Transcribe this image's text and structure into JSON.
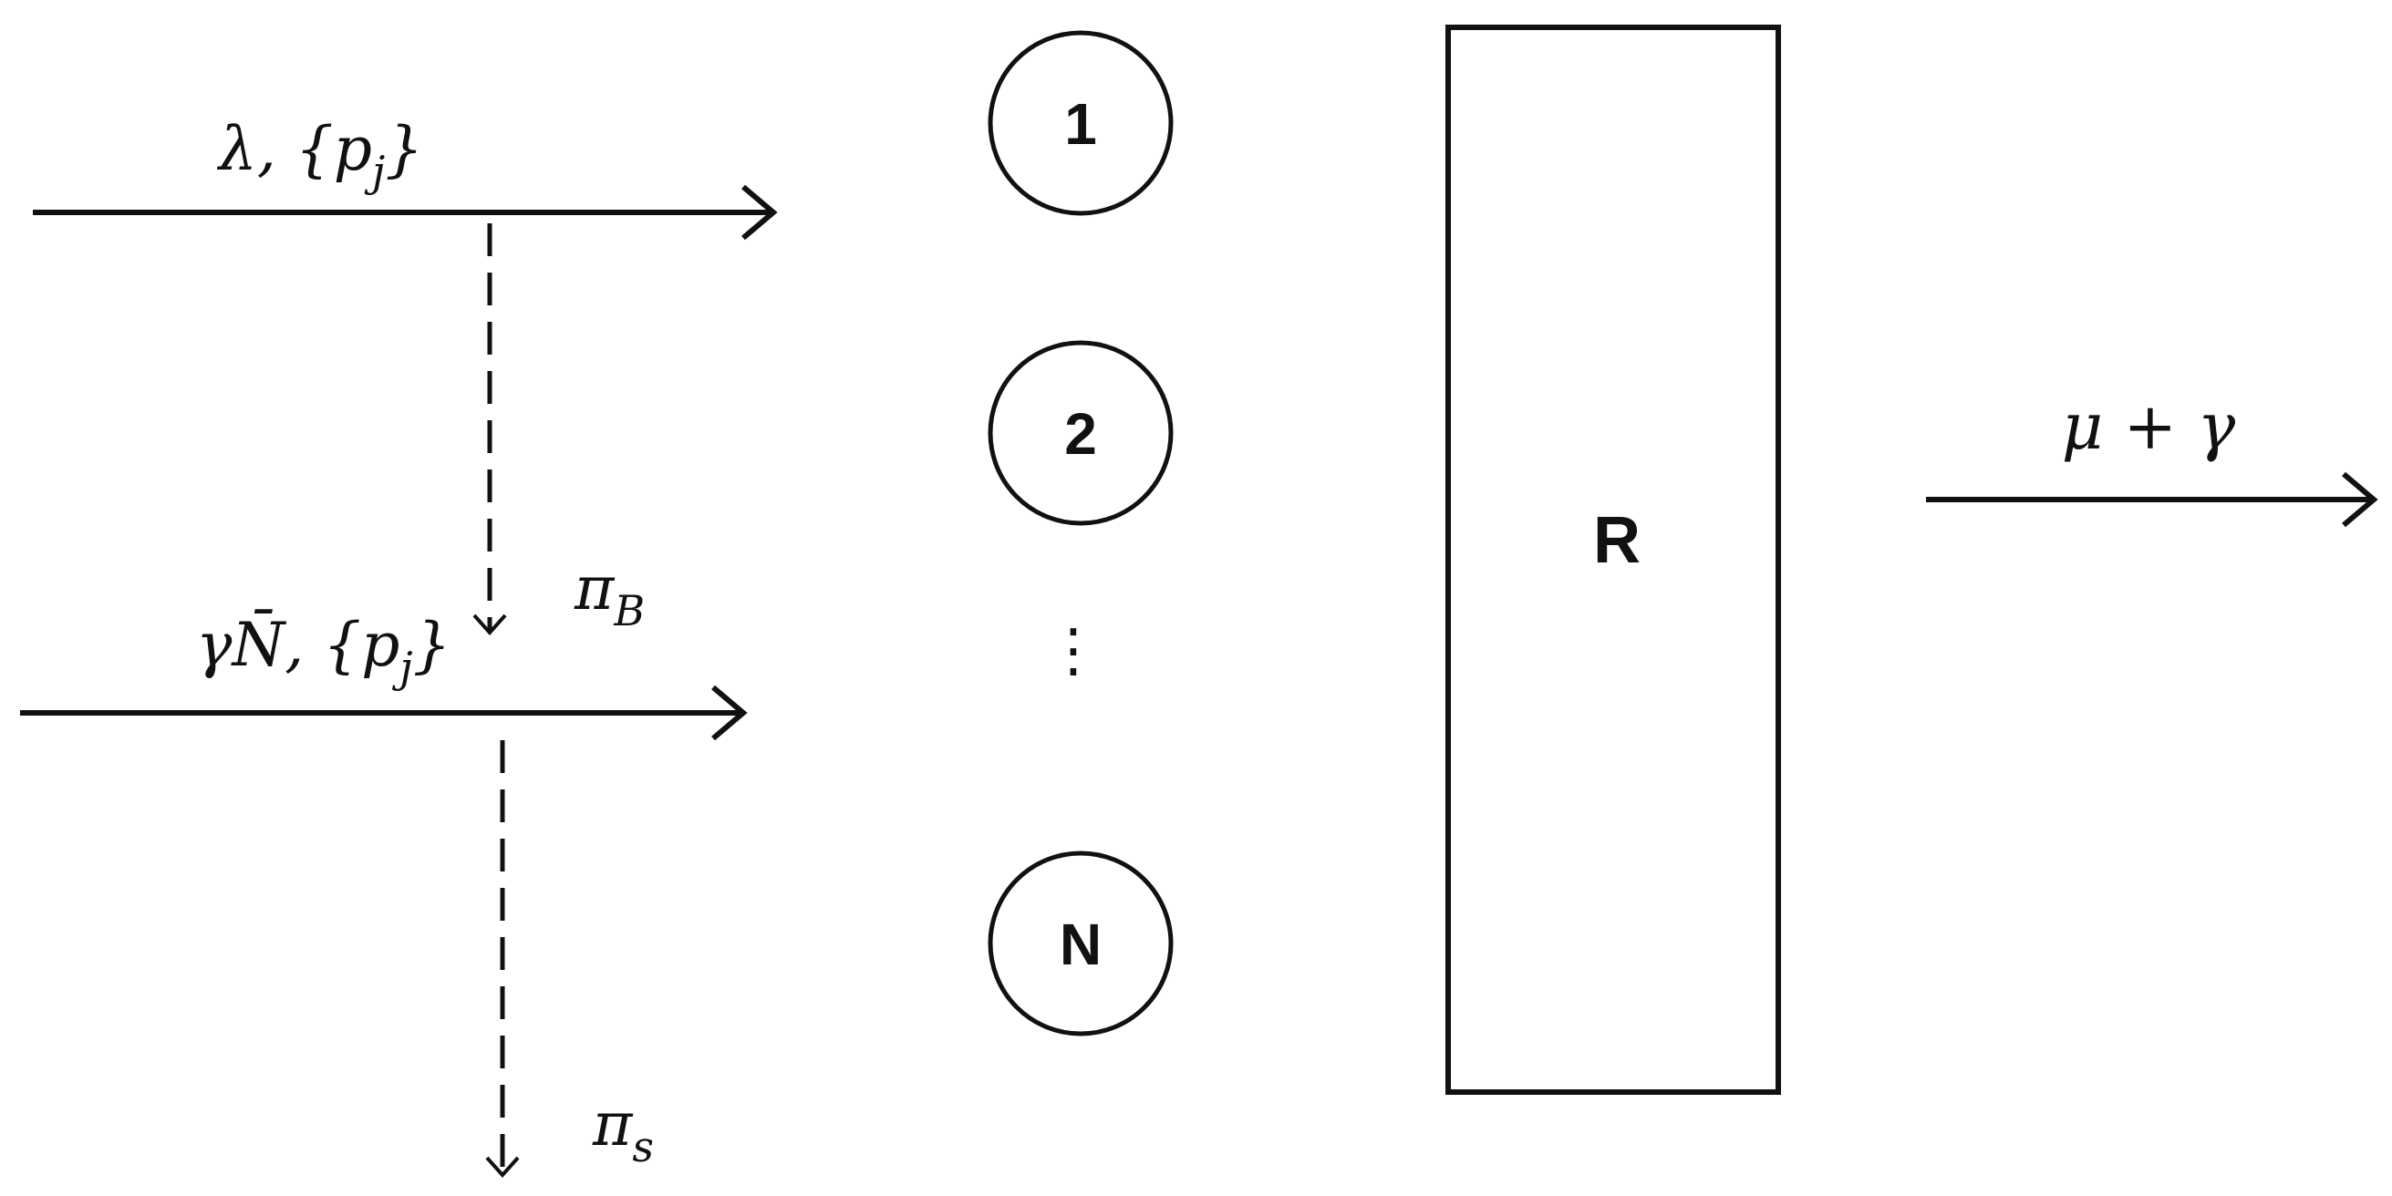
{
  "diagram": {
    "arrivals": {
      "label": "λ, {p",
      "sub": "j",
      "close": "}"
    },
    "returns": {
      "label": "γN̄, {p",
      "sub": "j",
      "close": "}"
    },
    "pi_b": {
      "symbol": "π",
      "sub": "B"
    },
    "pi_s": {
      "symbol": "π",
      "sub": "s"
    },
    "nodes": [
      "1",
      "2",
      "N"
    ],
    "ellipsis": "⋮",
    "box_label": "R",
    "output_label": "μ + γ"
  }
}
